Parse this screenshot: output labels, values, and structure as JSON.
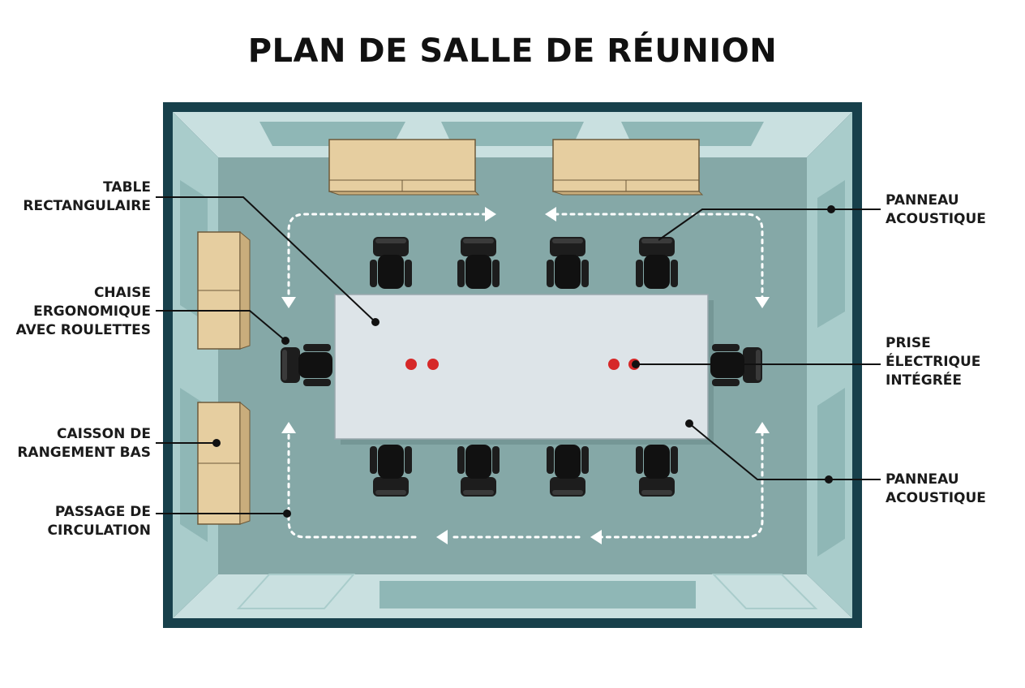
{
  "title": "PLAN DE SALLE DE RÉUNION",
  "labels": {
    "table": [
      "TABLE",
      "RECTANGULAIRE"
    ],
    "chair": [
      "CHAISE",
      "ERGONOMIQUE",
      "AVEC ROULETTES"
    ],
    "storage": [
      "CAISSON DE",
      "RANGEMENT BAS"
    ],
    "passage": [
      "PASSAGE DE",
      "CIRCULATION"
    ],
    "panel_top": [
      "PANNEAU",
      "ACOUSTIQUE"
    ],
    "outlet": [
      "PRISE",
      "ÉLECTRIQUE",
      "INTÉGRÉE"
    ],
    "panel_bottom": [
      "PANNEAU",
      "ACOUSTIQUE"
    ]
  },
  "colors": {
    "wall_dark": "#17404b",
    "wall_light": "#c9e0e0",
    "wall_mid": "#a9cccb",
    "floor": "#85a8a7",
    "panel": "#8fb7b6",
    "table": "#dde4e8",
    "wood": "#e6cea0",
    "chair": "#1d1d1d",
    "outlet": "#d62828",
    "arrow": "#ffffff",
    "leader": "#111111"
  },
  "icons": {
    "chair": "office-chair-icon",
    "arrow": "flow-arrow-icon",
    "outlet": "power-outlet-icon"
  }
}
